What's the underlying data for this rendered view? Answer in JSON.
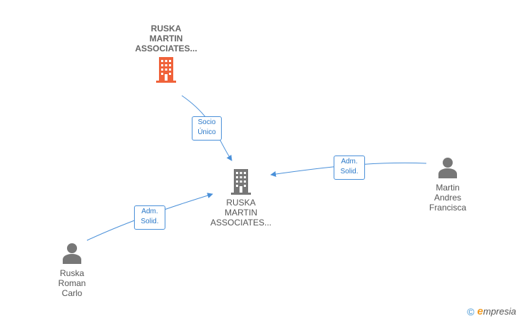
{
  "nodes": {
    "company_top": {
      "label": "RUSKA\nMARTIN\nASSOCIATES...",
      "icon": "building-icon",
      "color": "#f0623a"
    },
    "company_center": {
      "label": "RUSKA\nMARTIN\nASSOCIATES...",
      "icon": "building-icon",
      "color": "#777777"
    },
    "person_right": {
      "label": "Martin\nAndres\nFrancisca",
      "icon": "person-icon",
      "color": "#777777"
    },
    "person_left": {
      "label": "Ruska\nRoman\nCarlo",
      "icon": "person-icon",
      "color": "#777777"
    }
  },
  "edges": {
    "socio": {
      "label": "Socio\nÚnico"
    },
    "adm_right": {
      "label": "Adm.\nSolid."
    },
    "adm_left": {
      "label": "Adm.\nSolid."
    }
  },
  "colors": {
    "edge": "#4a90d9"
  },
  "footer": {
    "copyright": "©",
    "brand_e": "e",
    "brand_rest": "mpresia"
  }
}
